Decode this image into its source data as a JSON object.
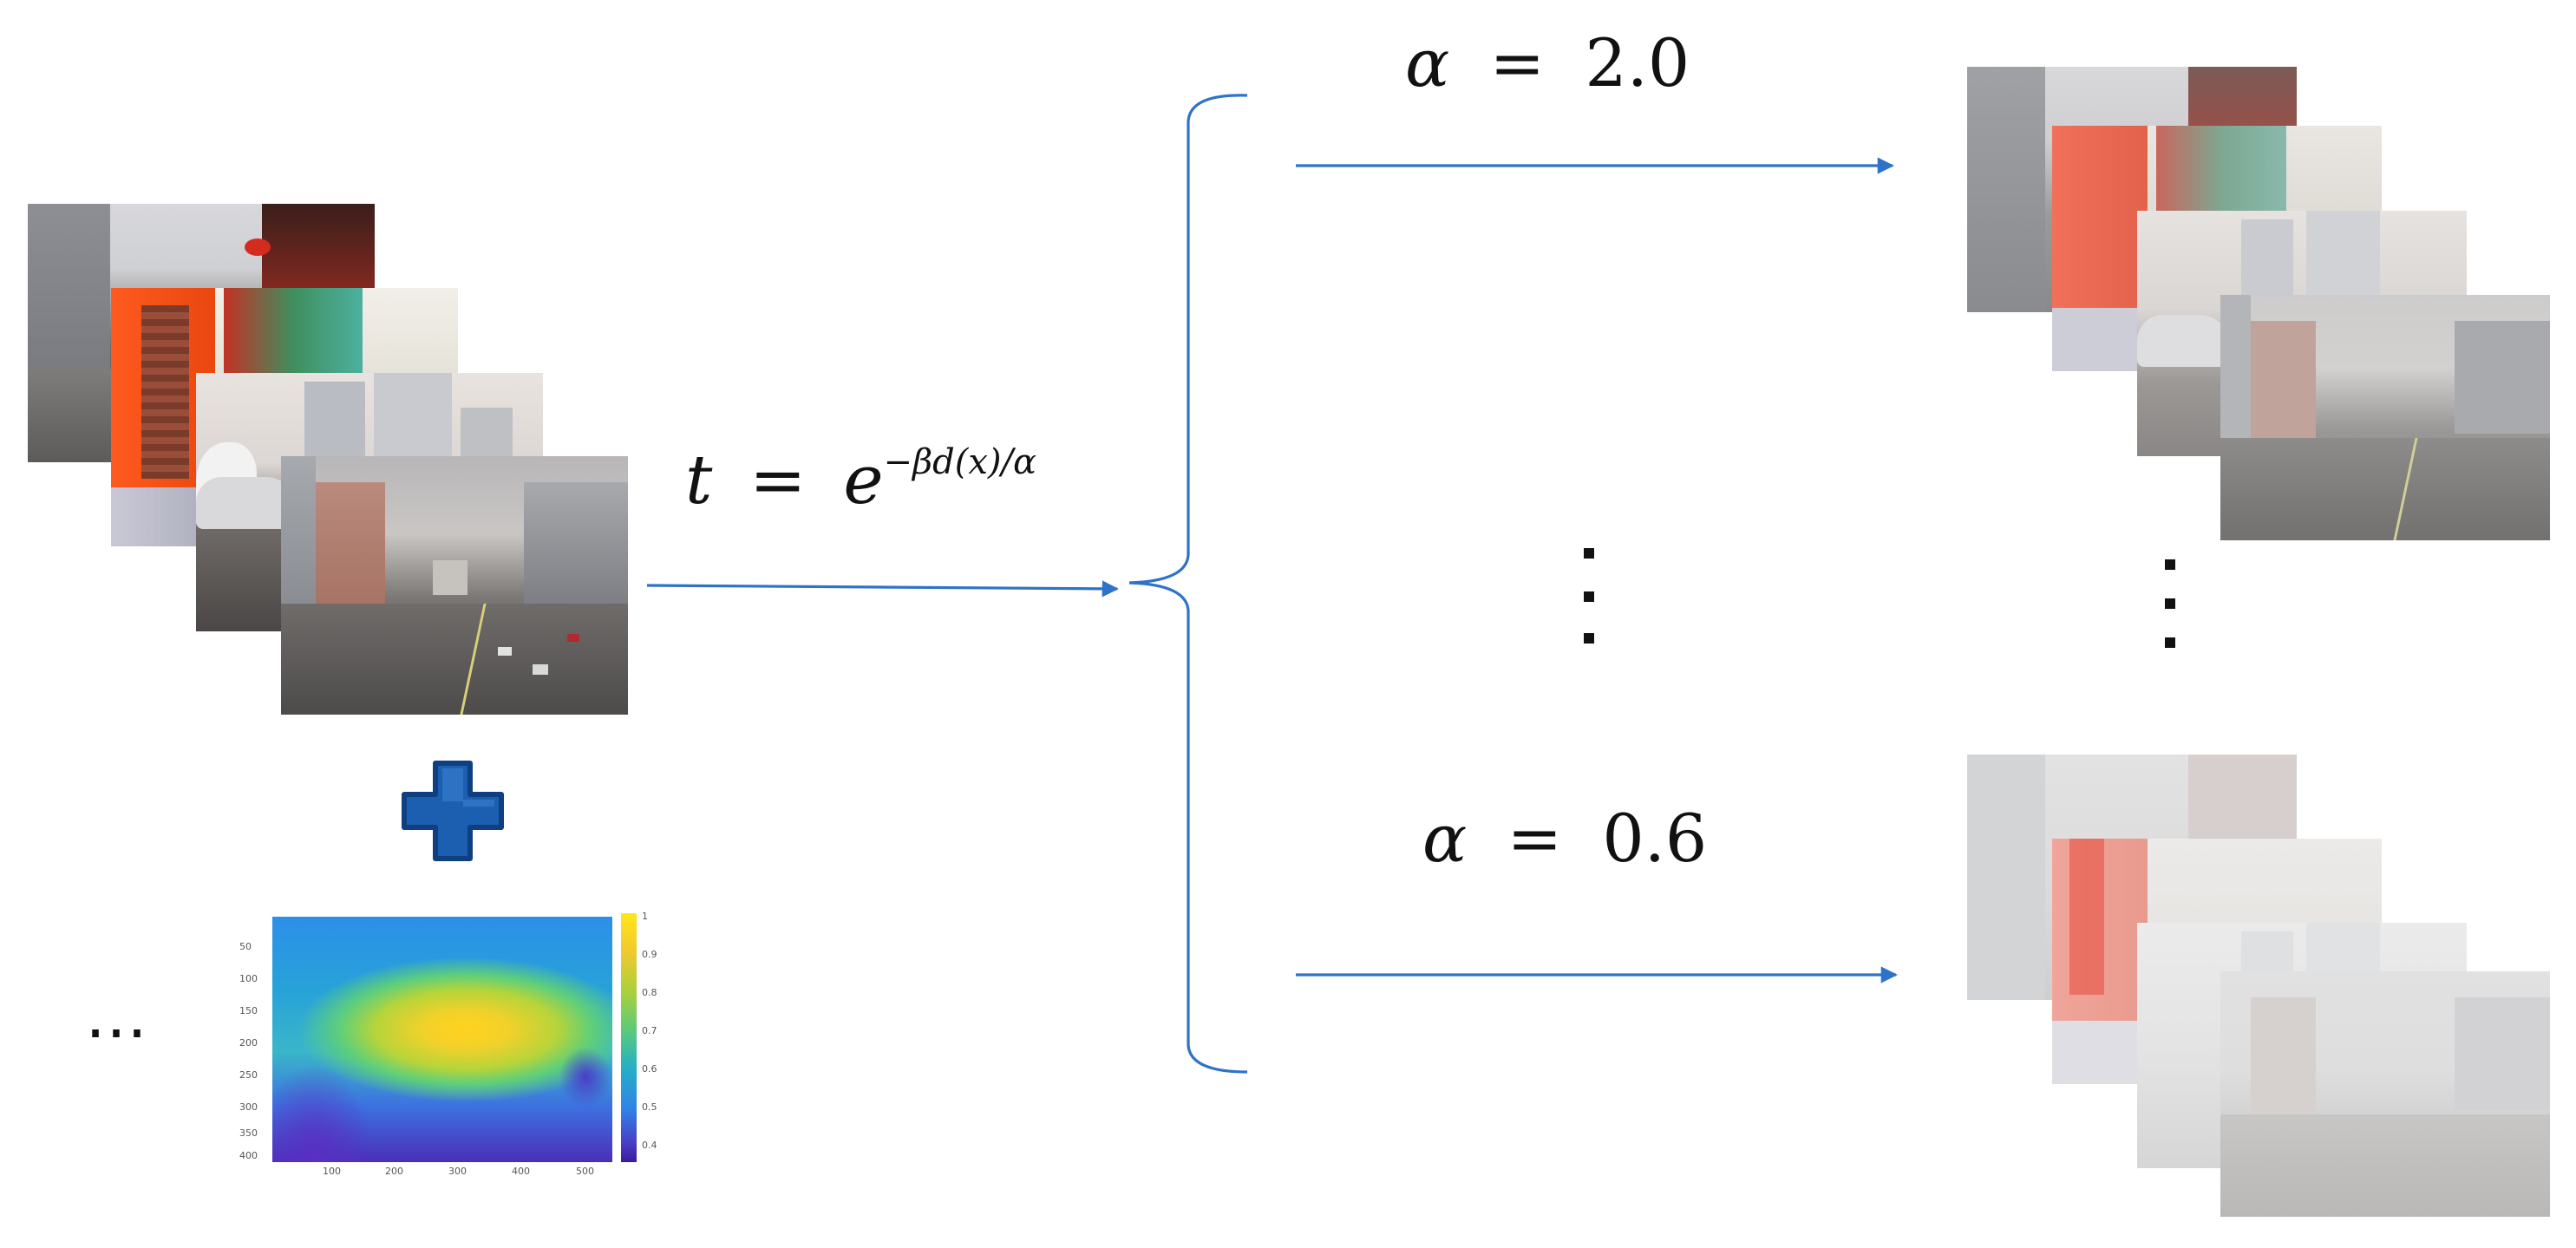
{
  "formula": {
    "lhs": "t",
    "eq": "=",
    "base": "e",
    "exponent": "−βd(x)/α"
  },
  "branches": [
    {
      "label_symbol": "α",
      "label_eq": "=",
      "label_value": "2.0"
    },
    {
      "label_symbol": "α",
      "label_eq": "=",
      "label_value": "0.6"
    }
  ],
  "ellipsis_left": "…",
  "colors": {
    "arrow": "#2e72c9",
    "plus": "#1c5fb0",
    "plus_edge": "#0e3f80"
  },
  "icons": {
    "plus": "plus-icon",
    "arrow": "arrow-right-icon",
    "brace": "left-brace-icon"
  },
  "depth_map": {
    "y_ticks": [
      "50",
      "100",
      "150",
      "200",
      "250",
      "300",
      "350",
      "400"
    ],
    "x_ticks": [
      "100",
      "200",
      "300",
      "400",
      "500"
    ],
    "cbar_ticks": [
      "1",
      "0.9",
      "0.8",
      "0.7",
      "0.6",
      "0.5",
      "0.4"
    ]
  }
}
